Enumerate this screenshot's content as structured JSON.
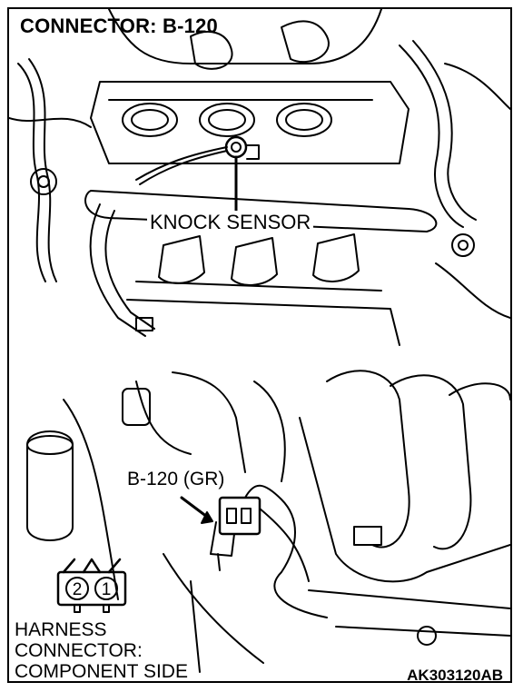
{
  "title": "CONNECTOR: B-120",
  "knock_sensor_label": "KNOCK SENSOR",
  "connector_callout": "B-120 (GR)",
  "harness_label": [
    "HARNESS",
    "CONNECTOR:",
    "COMPONENT SIDE"
  ],
  "pin_labels": [
    "2",
    "1"
  ],
  "figure_code": "AK303120AB"
}
